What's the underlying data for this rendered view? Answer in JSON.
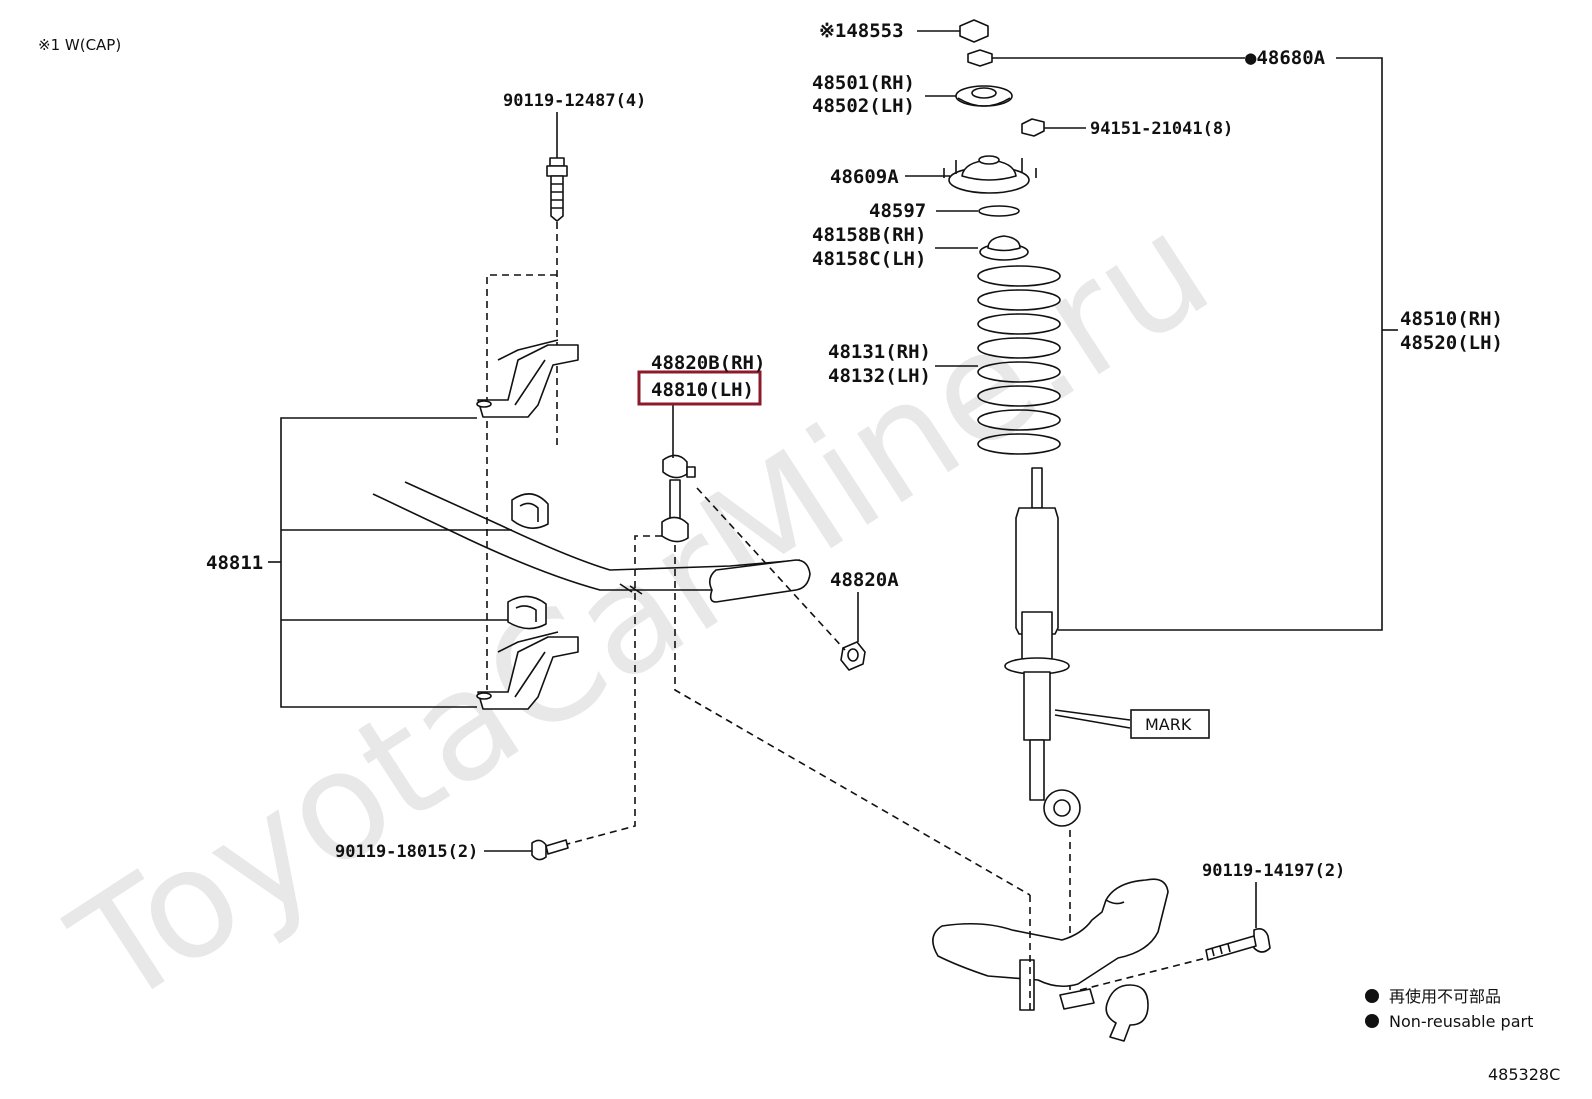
{
  "watermark": "ToyotaCarMine.ru",
  "note_top_left": "※1 W(CAP)",
  "diagram_code": "485328C",
  "highlight_color": "#8b1a2b",
  "labels": {
    "p90119_12487": "90119-12487(4)",
    "p48820b": "48820B(RH)",
    "p48810": "48810(LH)",
    "p48811": "48811",
    "p48820a": "48820A",
    "p90119_18015": "90119-18015(2)",
    "p48553": "※148553",
    "p48680a": "●48680A",
    "p48501": "48501(RH)",
    "p48502": "48502(LH)",
    "p94151": "94151-21041(8)",
    "p48609a": "48609A",
    "p48597": "48597",
    "p48158b": "48158B(RH)",
    "p48158c": "48158C(LH)",
    "p48510": "48510(RH)",
    "p48520": "48520(LH)",
    "p48131": "48131(RH)",
    "p48132": "48132(LH)",
    "mark": "MARK",
    "p90119_14197": "90119-14197(2)"
  },
  "legend": {
    "jp": "再使用不可部品",
    "en": "Non-reusable part"
  }
}
